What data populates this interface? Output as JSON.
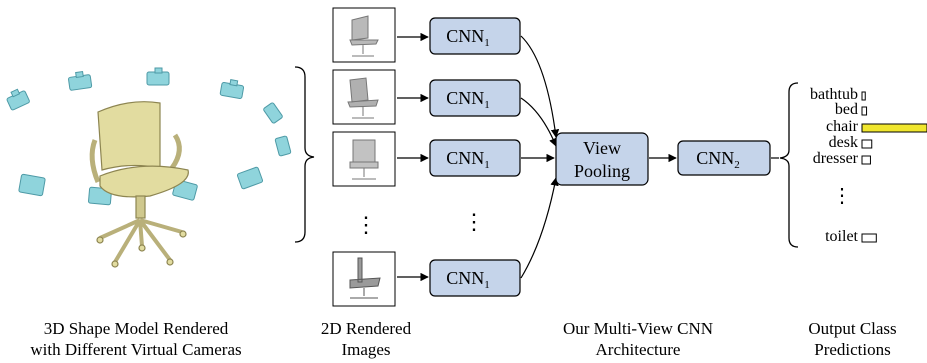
{
  "captions": {
    "shape_model": [
      "3D Shape Model Rendered",
      "with Different Virtual Cameras"
    ],
    "rendered_images": [
      "2D Rendered",
      "Images"
    ],
    "mvcnn": [
      "Our Multi-View CNN",
      "Architecture"
    ],
    "predictions": [
      "Output Class",
      "Predictions"
    ]
  },
  "cnn1": {
    "base": "CNN",
    "sub": "1"
  },
  "cnn2": {
    "base": "CNN",
    "sub": "2"
  },
  "view_pooling": [
    "View",
    "Pooling"
  ],
  "ellipsis": "⋮",
  "classes": [
    {
      "label": "bathtub",
      "score": 0.05
    },
    {
      "label": "bed",
      "score": 0.07
    },
    {
      "label": "chair",
      "score": 1.0
    },
    {
      "label": "desk",
      "score": 0.15
    },
    {
      "label": "dresser",
      "score": 0.13
    },
    {
      "label": "toilet",
      "score": 0.22
    }
  ],
  "colors": {
    "box_fill": "#c5d4ea",
    "chair_bar": "#f0e62e",
    "camera": "#8fd4dc",
    "chair_body": "#e2dca0"
  }
}
